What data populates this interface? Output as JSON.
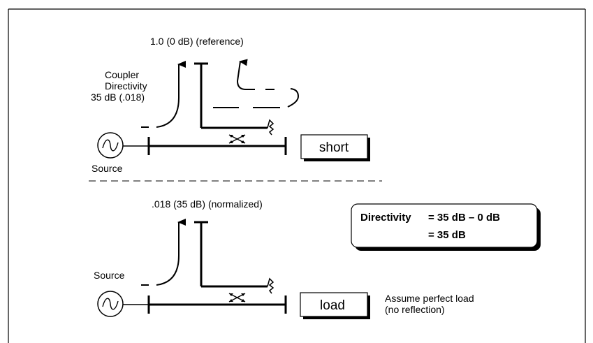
{
  "top": {
    "reference_label": "1.0  (0 dB)  (reference)",
    "coupler_label_line1": "Coupler",
    "coupler_label_line2": "Directivity",
    "coupler_label_line3": "35 dB (.018)",
    "source_label": "Source",
    "termination_label": "short"
  },
  "bottom": {
    "normalized_label": ".018 (35 dB) (normalized)",
    "source_label": "Source",
    "termination_label": "load",
    "note_line1": "Assume perfect load",
    "note_line2": "(no reflection)"
  },
  "formula": {
    "line1_left": "Directivity",
    "line1_right": "= 35 dB – 0 dB",
    "line2": "= 35 dB"
  }
}
